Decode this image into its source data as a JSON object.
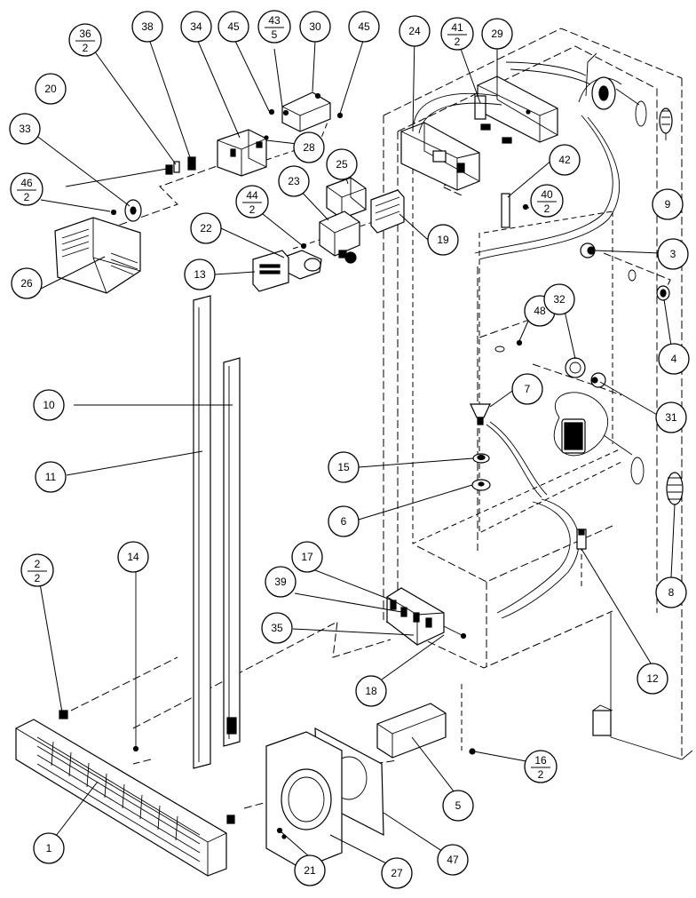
{
  "callouts": [
    {
      "id": "c1",
      "label": "1"
    },
    {
      "id": "c2",
      "num": "2",
      "qty": "2"
    },
    {
      "id": "c3",
      "label": "3"
    },
    {
      "id": "c4",
      "label": "4"
    },
    {
      "id": "c5",
      "label": "5"
    },
    {
      "id": "c6",
      "label": "6"
    },
    {
      "id": "c7",
      "label": "7"
    },
    {
      "id": "c8",
      "label": "8"
    },
    {
      "id": "c9",
      "label": "9"
    },
    {
      "id": "c10",
      "label": "10"
    },
    {
      "id": "c11",
      "label": "11"
    },
    {
      "id": "c12",
      "label": "12"
    },
    {
      "id": "c13",
      "label": "13"
    },
    {
      "id": "c14",
      "label": "14"
    },
    {
      "id": "c15",
      "label": "15"
    },
    {
      "id": "c16",
      "num": "16",
      "qty": "2"
    },
    {
      "id": "c17",
      "label": "17"
    },
    {
      "id": "c18",
      "label": "18"
    },
    {
      "id": "c19",
      "label": "19"
    },
    {
      "id": "c20",
      "label": "20"
    },
    {
      "id": "c21",
      "label": "21"
    },
    {
      "id": "c22",
      "label": "22"
    },
    {
      "id": "c23",
      "label": "23"
    },
    {
      "id": "c24",
      "label": "24"
    },
    {
      "id": "c25",
      "label": "25"
    },
    {
      "id": "c26",
      "label": "26"
    },
    {
      "id": "c27",
      "label": "27"
    },
    {
      "id": "c28",
      "label": "28"
    },
    {
      "id": "c29",
      "label": "29"
    },
    {
      "id": "c30",
      "label": "30"
    },
    {
      "id": "c31",
      "label": "31"
    },
    {
      "id": "c32",
      "label": "32"
    },
    {
      "id": "c33",
      "label": "33"
    },
    {
      "id": "c34",
      "label": "34"
    },
    {
      "id": "c35",
      "label": "35"
    },
    {
      "id": "c36",
      "num": "36",
      "qty": "2"
    },
    {
      "id": "c38",
      "label": "38"
    },
    {
      "id": "c39",
      "label": "39"
    },
    {
      "id": "c40",
      "num": "40",
      "qty": "2"
    },
    {
      "id": "c41",
      "num": "41",
      "qty": "2"
    },
    {
      "id": "c42",
      "label": "42"
    },
    {
      "id": "c43",
      "num": "43",
      "qty": "5"
    },
    {
      "id": "c44",
      "num": "44",
      "qty": "2"
    },
    {
      "id": "c45a",
      "label": "45"
    },
    {
      "id": "c45b",
      "label": "45"
    },
    {
      "id": "c46",
      "num": "46",
      "qty": "2"
    },
    {
      "id": "c47",
      "label": "47"
    },
    {
      "id": "c48",
      "label": "48"
    }
  ]
}
